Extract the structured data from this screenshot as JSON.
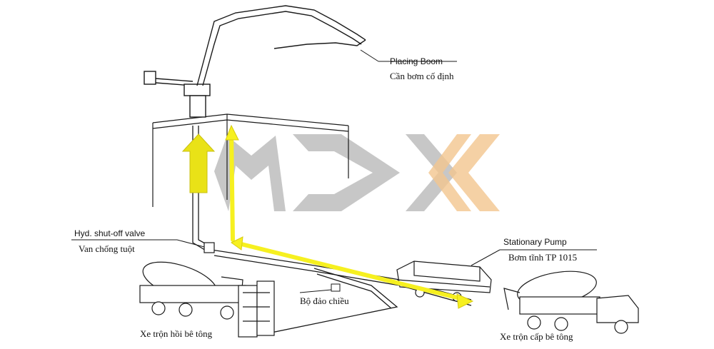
{
  "labels": {
    "placing_boom_en": "Placing Boom",
    "placing_boom_vi": "Cần bơm cố định",
    "shutoff_valve_en": "Hyd. shut-off valve",
    "shutoff_valve_vi": "Van chống tuột",
    "stationary_pump_en": "Stationary Pump",
    "stationary_pump_vi": "Bơm tĩnh TP 1015",
    "reverser_vi": "Bộ đảo chiều",
    "return_mixer_vi": "Xe trộn hồi bê tông",
    "supply_mixer_vi": "Xe trộn cấp bê tông"
  },
  "colors": {
    "line": "#1a1a1a",
    "flow_arrow": "#f6f020",
    "flow_arrow_edge": "#d8cc10",
    "solid_arrow": "#e9e217",
    "watermark_gray": "#bdbdbd",
    "watermark_orange": "#f3c68f"
  },
  "icons": [
    "placing-boom",
    "building",
    "pipeline",
    "shutoff-valve",
    "stationary-pump",
    "concrete-mixer-truck",
    "reverser-tower",
    "flow-arrow"
  ]
}
